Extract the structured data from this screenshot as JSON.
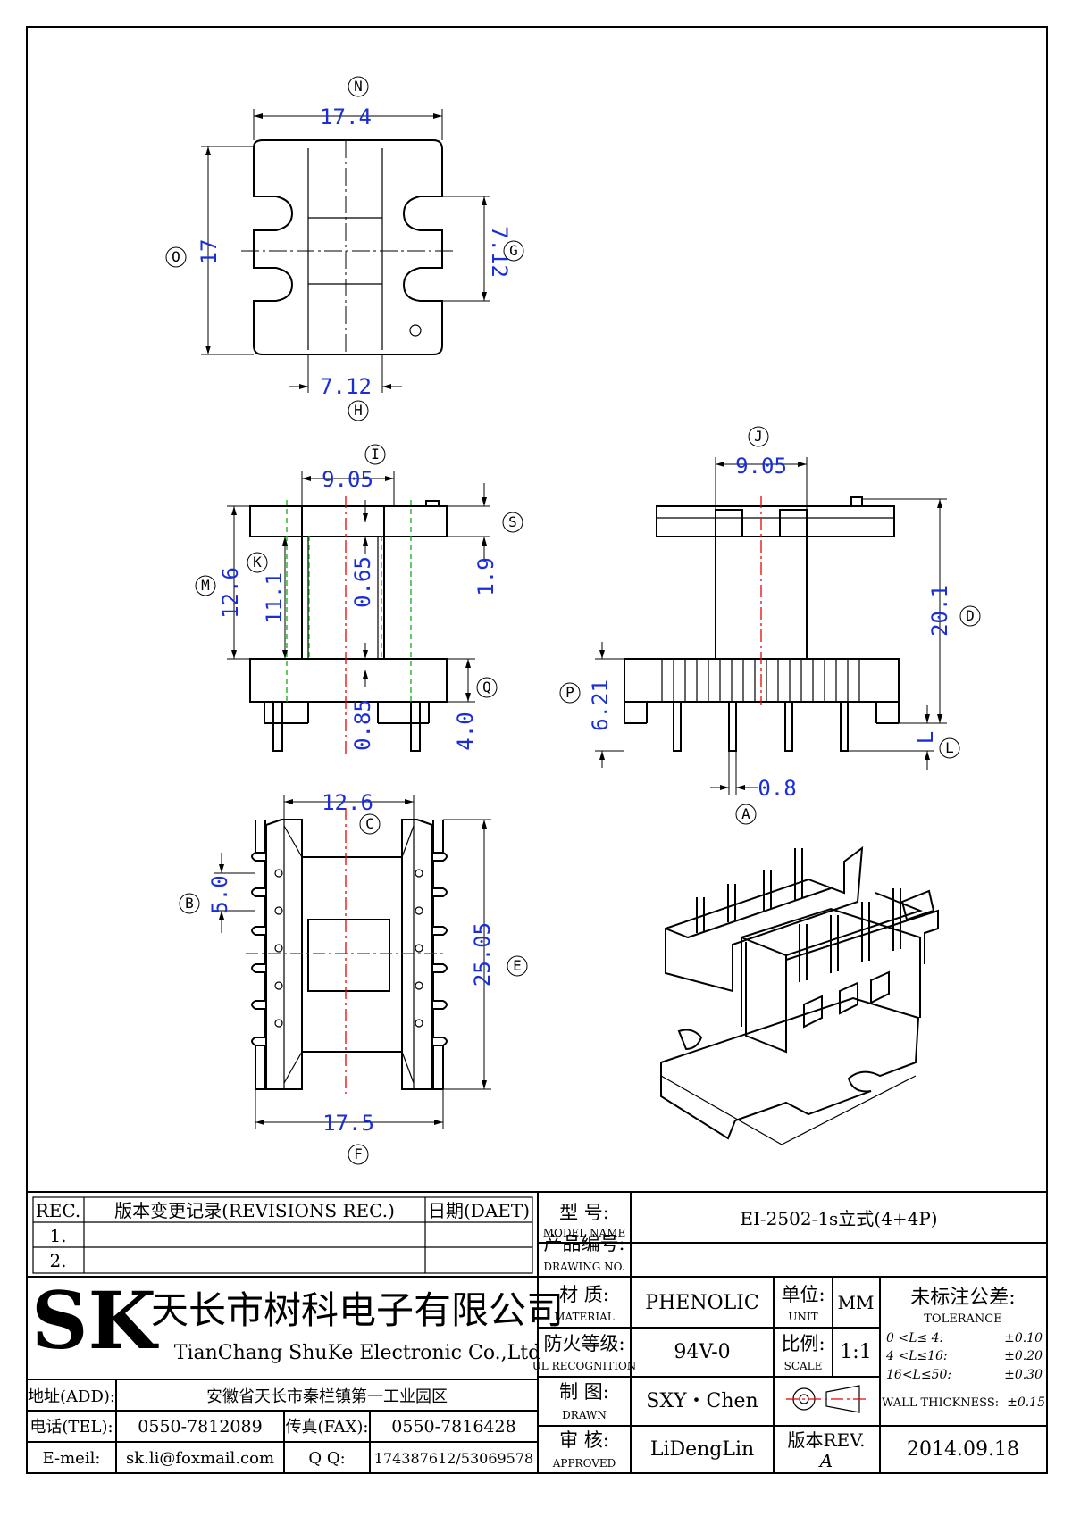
{
  "views": {
    "top": {
      "width_label": "17.4",
      "width_tag": "N",
      "height_label": "17",
      "height_tag": "O",
      "slot_label": "7.12",
      "slot_tag": "G",
      "center_label": "7.12",
      "center_tag": "H"
    },
    "front": {
      "width_label": "9.05",
      "width_tag": "I",
      "flange_label": "1.9",
      "flange_tag": "S",
      "total_label": "12.6",
      "total_tag": "M",
      "inner_label": "11.1",
      "inner_tag": "K",
      "wall_top_label": "0.65",
      "wall_bot_label": "0.85",
      "base_label": "4.0",
      "base_tag": "Q"
    },
    "side": {
      "width_label": "9.05",
      "width_tag": "J",
      "height_label": "20.1",
      "height_tag": "D",
      "base_label": "6.21",
      "base_tag": "P",
      "pin_len_label": "L",
      "pin_len_tag": "L",
      "pin_dia_label": "0.8",
      "pin_dia_tag": "A"
    },
    "bottom": {
      "width_label": "12.6",
      "width_tag": "C",
      "pitch_label": "5.0",
      "pitch_tag": "B",
      "height_label": "25.05",
      "height_tag": "E",
      "total_label": "17.5",
      "total_tag": "F"
    }
  },
  "title_block": {
    "rev_header": "REC.",
    "rev_title": "版本变更记录(REVISIONS REC.)",
    "date_header": "日期(DAET)",
    "rev_rows": [
      "1.",
      "2."
    ],
    "logo_text": "SK",
    "company_cn": "天长市树科电子有限公司",
    "company_en": "TianChang ShuKe Electronic Co.,Ltd",
    "address_label": "地址(ADD):",
    "address": "安徽省天长市秦栏镇第一工业园区",
    "tel_label": "电话(TEL):",
    "tel": "0550-7812089",
    "fax_label": "传真(FAX):",
    "fax": "0550-7816428",
    "email_label": "E-meil:",
    "email": "sk.li@foxmail.com",
    "qq_label": "Q Q:",
    "qq": "174387612/53069578",
    "model_label_cn": "型    号:",
    "model_label_en": "MODEL NAME",
    "model": "EI-2502-1s立式(4+4P)",
    "drawing_label_cn": "产品编号:",
    "drawing_label_en": "DRAWING NO.",
    "drawing_no": "",
    "material_label_cn": "材    质:",
    "material_label_en": "MATERIAL",
    "material": "PHENOLIC",
    "unit_label_cn": "单位:",
    "unit_label_en": "UNIT",
    "unit": "MM",
    "ul_label_cn": "防火等级:",
    "ul_label_en": "UL RECOGNITION",
    "ul": "94V-0",
    "scale_label_cn": "比例:",
    "scale_label_en": "SCALE",
    "scale": "1:1",
    "drawn_label_cn": "制    图:",
    "drawn_label_en": "DRAWN",
    "drawn": "SXY・Chen",
    "approved_label_cn": "审    核:",
    "approved_label_en": "APPROVED",
    "approved": "LiDengLin",
    "rev_label": "版本REV.",
    "rev": "A",
    "date": "2014.09.18",
    "tolerance_cn": "未标注公差:",
    "tolerance_en": "TOLERANCE",
    "tol1": "0  <L≤ 4:",
    "tol1_v": "±0.10",
    "tol2": "4  <L≤16:",
    "tol2_v": "±0.20",
    "tol3": "16<L≤50:",
    "tol3_v": "±0.30",
    "wall": "WALL THICKNESS:",
    "wall_v": "±0.15"
  }
}
